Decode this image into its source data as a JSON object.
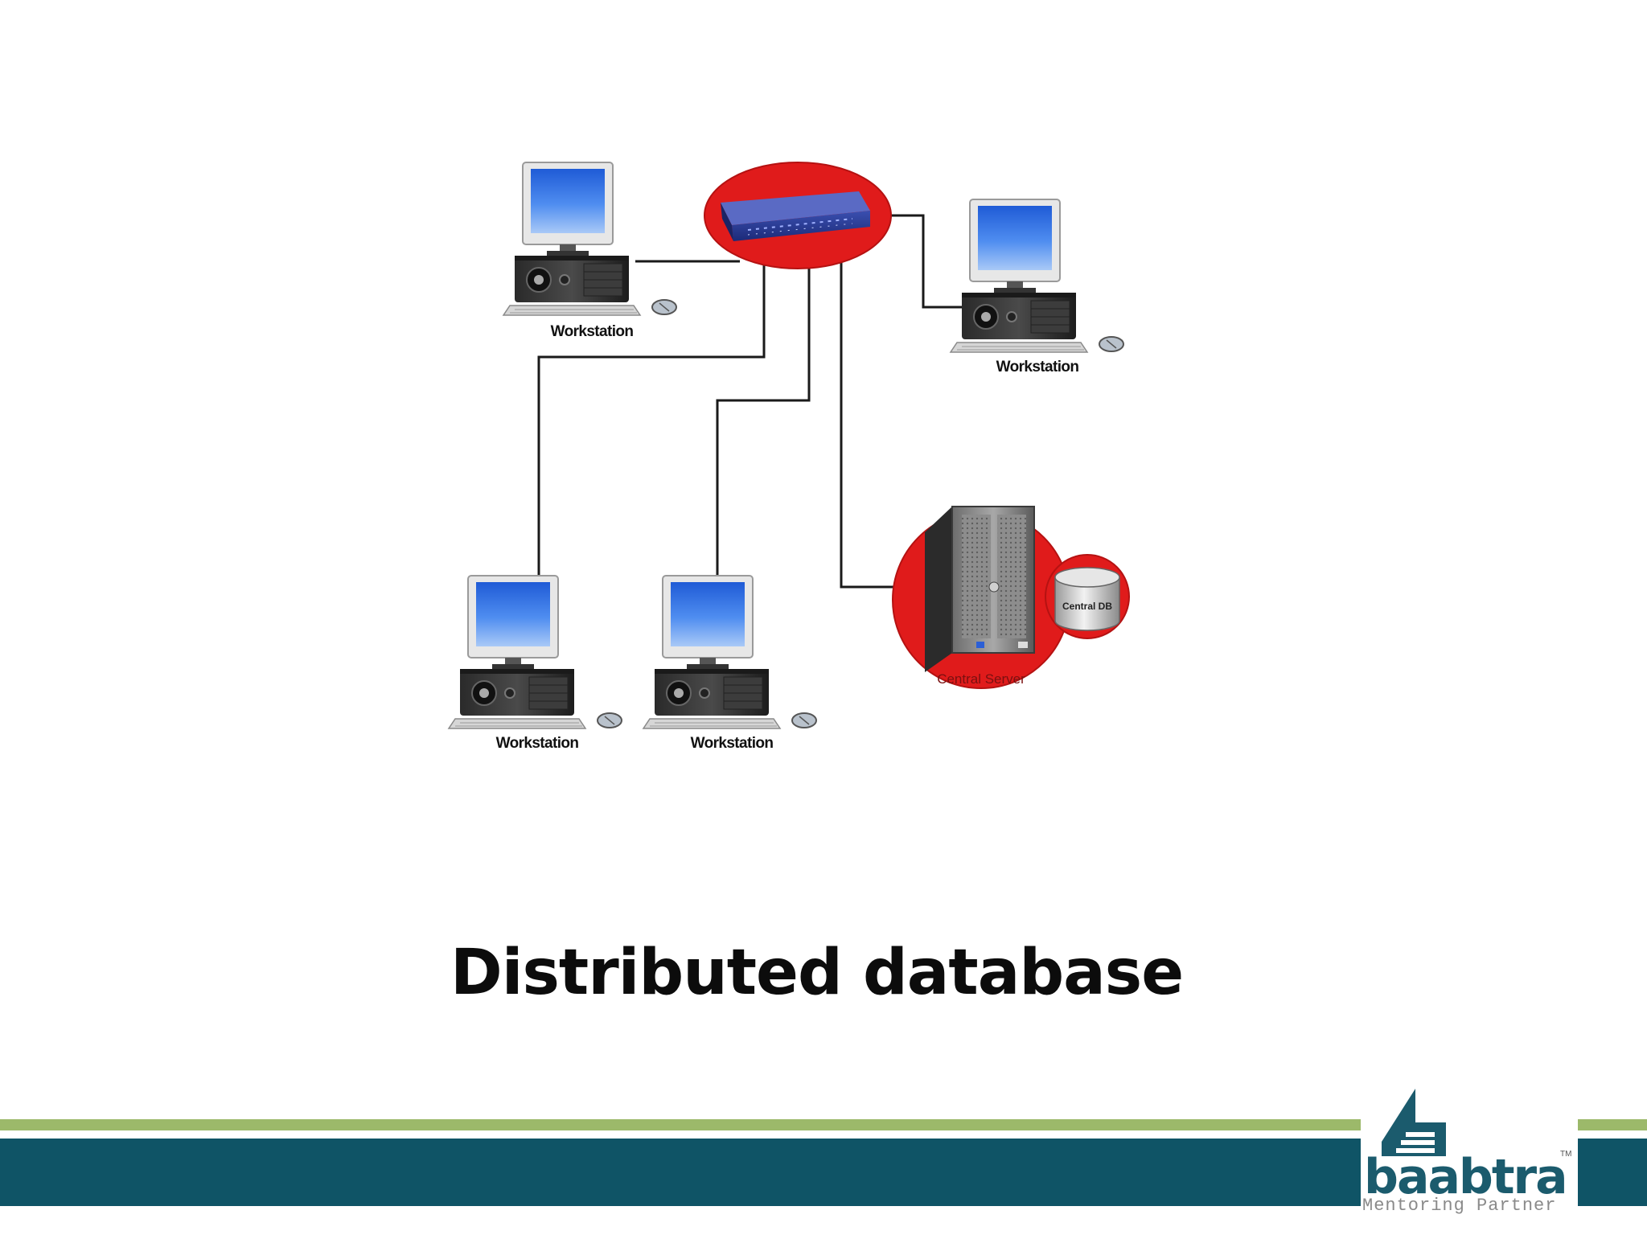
{
  "slide": {
    "title": "Distributed database"
  },
  "diagram": {
    "workstation_labels": [
      "Workstation",
      "Workstation",
      "Workstation",
      "Workstation"
    ],
    "server_label": "Central Server",
    "database_label": "Central DB"
  },
  "logo": {
    "name": "baabtra",
    "trademark": "TM",
    "tagline": "Mentoring Partner"
  },
  "colors": {
    "highlight_red": "#e01b1b",
    "band_teal": "#0f5466",
    "band_green": "#9cb96a",
    "screen_blue": "#3f7fe8"
  }
}
